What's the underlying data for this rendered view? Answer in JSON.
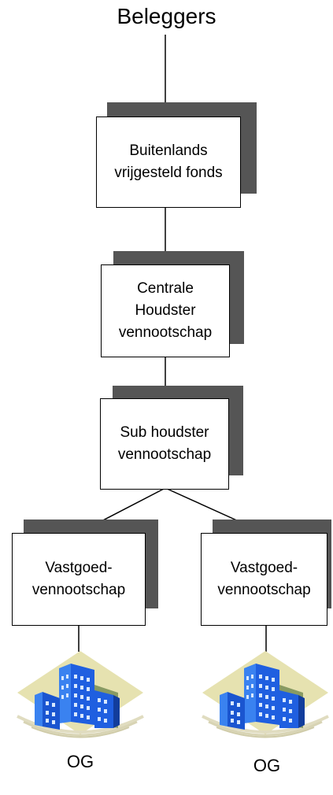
{
  "diagram": {
    "top_label": "Beleggers",
    "nodes": {
      "fund": "Buitenlands vrijgesteld fonds",
      "central_holding": "Centrale Houdster vennootschap",
      "sub_holding": "Sub houdster vennootschap",
      "property_left": "Vastgoed-vennootschap",
      "property_right": "Vastgoed-vennootschap"
    },
    "leaf_labels": {
      "left": "OG",
      "right": "OG"
    },
    "icons": [
      "building-icon",
      "building-icon"
    ],
    "colors": {
      "shadow": "#555555",
      "building_blue": "#1f5fe0",
      "ground": "#e6e2b0"
    }
  }
}
